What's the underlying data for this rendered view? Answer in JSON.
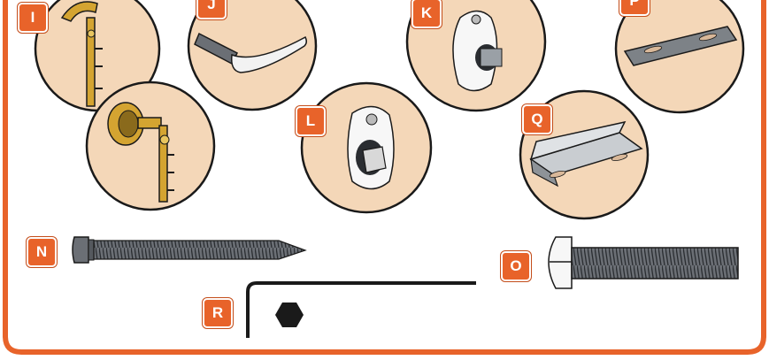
{
  "colors": {
    "frame": "#e8632a",
    "circle_fill": "#f4d7b8",
    "outline": "#1a1a1a",
    "brass": "#d4a431",
    "metal": "#9aa0a6",
    "screw": "#6b6f75",
    "white_part": "#f7f7f7"
  },
  "parts": {
    "I": {
      "label": "I",
      "icon": "brass-hinge-with-rosette"
    },
    "J": {
      "label": "J",
      "icon": "lever-handle"
    },
    "K": {
      "label": "K",
      "icon": "lock-thumbturn"
    },
    "L": {
      "label": "L",
      "icon": "white-thumbturn"
    },
    "N": {
      "label": "N",
      "icon": "wood-screw"
    },
    "O": {
      "label": "O",
      "icon": "machine-screw"
    },
    "P": {
      "label": "P",
      "icon": "strike-plate"
    },
    "Q": {
      "label": "Q",
      "icon": "angle-bracket"
    },
    "R": {
      "label": "R",
      "icon": "hex-key"
    }
  }
}
